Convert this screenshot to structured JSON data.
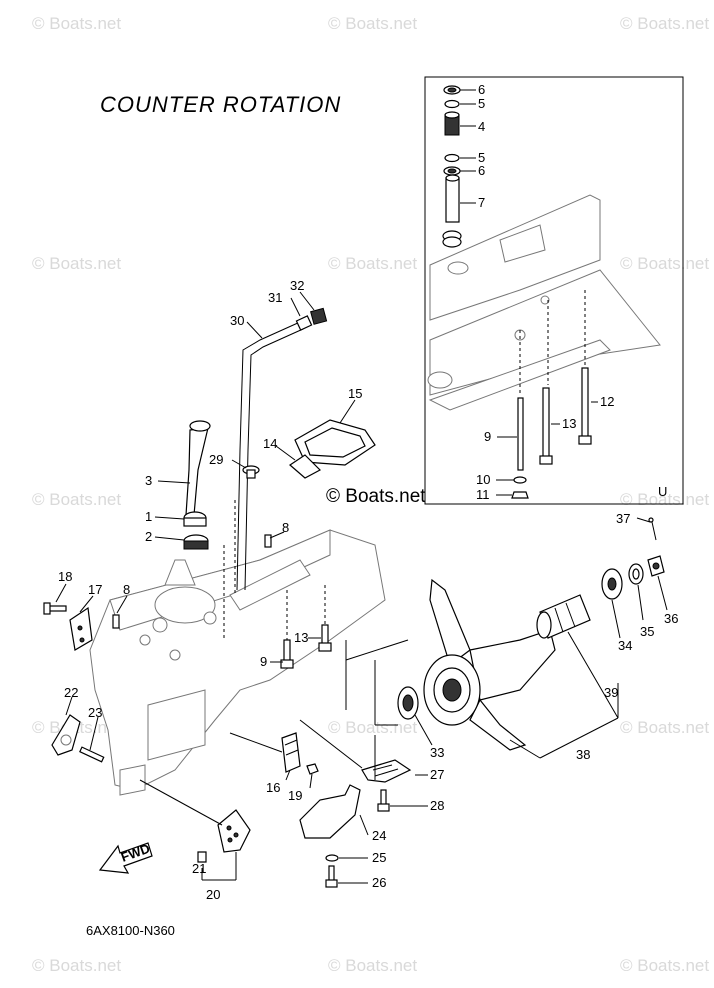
{
  "title": "COUNTER  ROTATION",
  "diagram_code": "6AX8100-N360",
  "brand_text": "© Boats.net",
  "watermark_text": "© Boats.net",
  "inset_mark": "U",
  "fwd_label": "FWD",
  "callouts": {
    "c1": "1",
    "c2": "2",
    "c3": "3",
    "c4": "4",
    "c5": "5",
    "c5b": "5",
    "c6": "6",
    "c6b": "6",
    "c7": "7",
    "c8": "8",
    "c8b": "8",
    "c9": "9",
    "c9b": "9",
    "c10": "10",
    "c11": "11",
    "c12": "12",
    "c13": "13",
    "c13b": "13",
    "c14": "14",
    "c15": "15",
    "c16": "16",
    "c17": "17",
    "c18": "18",
    "c19": "19",
    "c20": "20",
    "c21": "21",
    "c22": "22",
    "c23": "23",
    "c24": "24",
    "c25": "25",
    "c26": "26",
    "c27": "27",
    "c28": "28",
    "c29": "29",
    "c30": "30",
    "c31": "31",
    "c32": "32",
    "c33": "33",
    "c34": "34",
    "c35": "35",
    "c36": "36",
    "c37": "37",
    "c38": "38",
    "c39": "39"
  }
}
